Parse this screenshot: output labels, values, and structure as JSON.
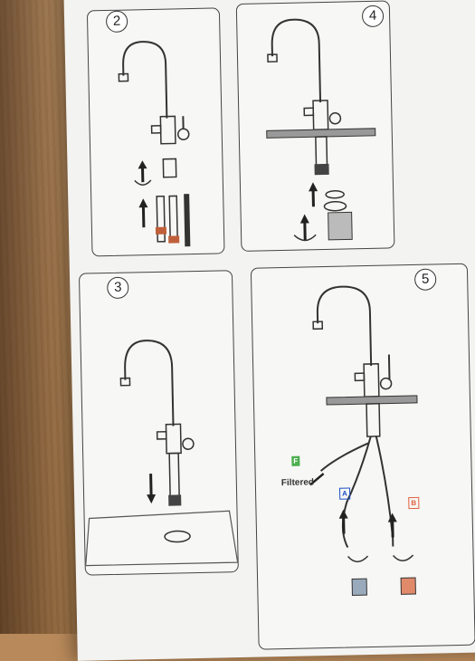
{
  "steps": [
    {
      "number": "2"
    },
    {
      "number": "4"
    },
    {
      "number": "3"
    },
    {
      "number": "5"
    }
  ],
  "labels": {
    "filtered": "Filtered",
    "tag_f": "F",
    "tag_a": "A",
    "tag_b": "B"
  },
  "colors": {
    "cardboard": "#b8895a",
    "sheet": "#f3f3f1",
    "tag_f": "#4caf50",
    "tag_a": "#1e50c8",
    "tag_b": "#e0603a"
  }
}
